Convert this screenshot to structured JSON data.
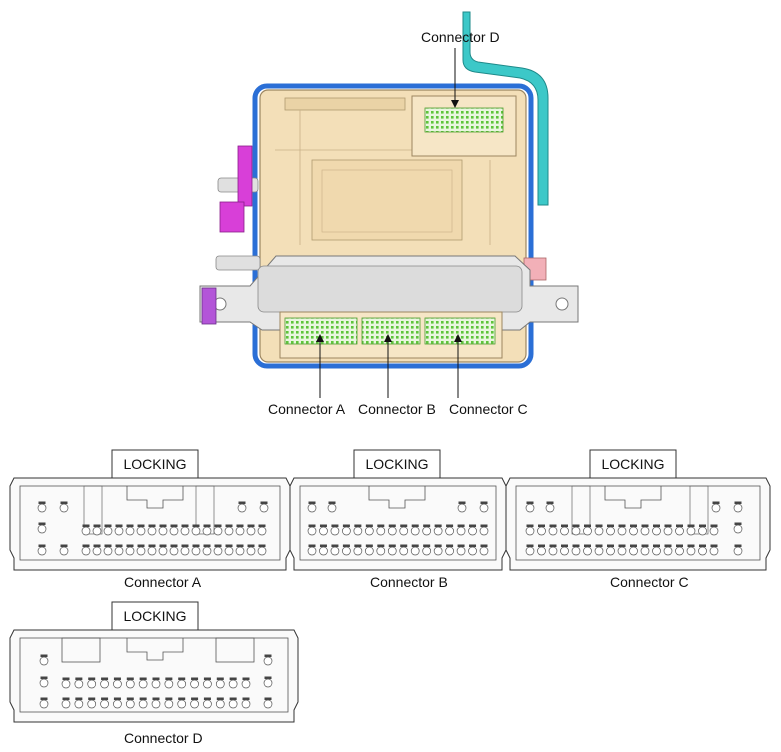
{
  "module_view": {
    "callouts": {
      "connector_d": "Connector D",
      "connector_a": "Connector A",
      "connector_b": "Connector B",
      "connector_c": "Connector C"
    }
  },
  "pinouts": {
    "locking_label": "LOCKING",
    "connector_a": "Connector A",
    "connector_b": "Connector B",
    "connector_c": "Connector C",
    "connector_d": "Connector D"
  },
  "colors": {
    "housing": "#f3dfb8",
    "housing_edge": "#9c8660",
    "bracket": "#e8e8e8",
    "blue_frame": "#2b6fd6",
    "cyan_harness": "#3cc8c8",
    "magenta_connector": "#d83fd8",
    "pin_green": "#5ec43b"
  }
}
